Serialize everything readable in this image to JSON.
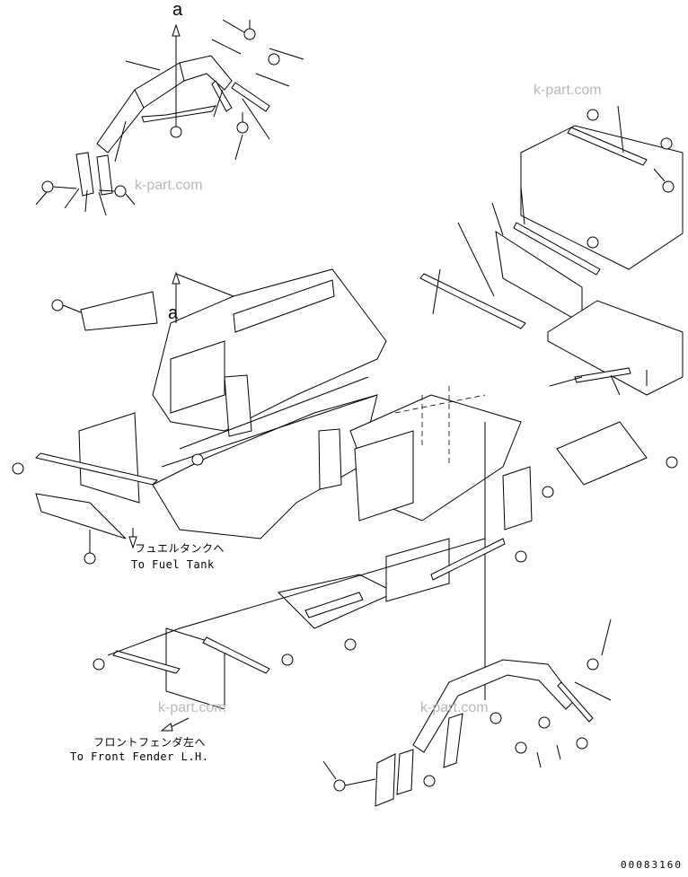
{
  "diagram": {
    "view_ref_top": "a",
    "view_ref_mid": "a",
    "fuel_tank_jp": "フュエルタンクへ",
    "fuel_tank_en": "To Fuel Tank",
    "front_fender_jp": "フロントフェンダ左へ",
    "front_fender_en": "To Front Fender L.H.",
    "watermarks": [
      "k-part.com",
      "k-part.com",
      "k-part.com",
      "k-part.com"
    ],
    "drawing_code": "00083160",
    "colors": {
      "line": "#000000",
      "watermark": "#b8b8b8",
      "background": "#ffffff"
    }
  }
}
